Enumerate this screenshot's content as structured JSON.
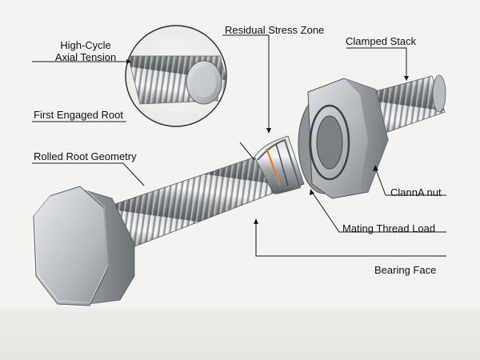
{
  "labels": {
    "high_cycle_line1": "High-Cycle",
    "high_cycle_line2": "Axial Tension",
    "residual_stress": "Residual Stress Zone",
    "clamped_stack": "Clamped Stack",
    "first_engaged_root": "First Engaged Root",
    "rolled_root": "Rolled Root Geometry",
    "clamp_nut": "ClannA nut",
    "mating_thread": "Mating Thread Load",
    "bearing_face": "Bearing Face"
  },
  "colors": {
    "background": "#f3f3f1",
    "steel_light": "#e4e6e8",
    "steel_mid": "#a9adb2",
    "steel_dark": "#5f6468",
    "stress_highlight": "#d9822b",
    "leader_line": "#1a1a1a"
  }
}
